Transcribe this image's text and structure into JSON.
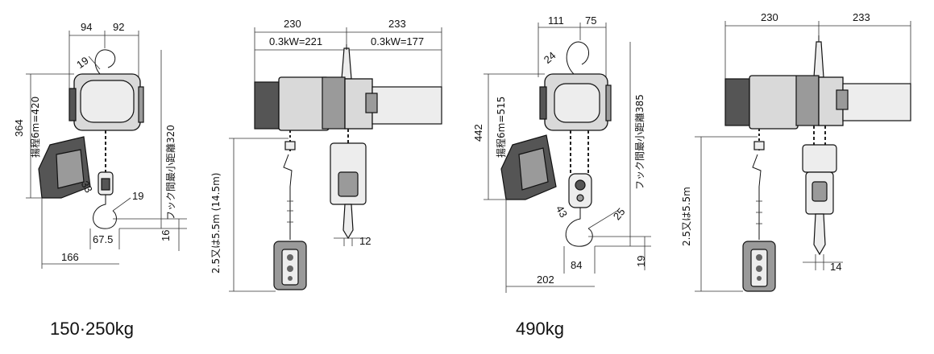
{
  "figure_a": {
    "caption": "150·250kg",
    "front": {
      "width_left": "94",
      "width_right": "92",
      "hook_top": "19",
      "height_total": "364",
      "lift_label": "揚程6m=420",
      "hook_distance": "フック間最小距離320",
      "hook_bottom_1": "33",
      "hook_bottom_2": "19",
      "bottom_offset": "67.5",
      "base_width": "166",
      "right_offset": "16"
    },
    "side": {
      "width_left": "230",
      "width_right": "233",
      "power_left": "0.3kW=221",
      "power_right": "0.3kW=177",
      "pendant_height": "2.5又は5.5m (14.5m)",
      "hook_width": "12"
    }
  },
  "figure_b": {
    "caption": "490kg",
    "front": {
      "width_left": "111",
      "width_right": "75",
      "hook_top": "24",
      "height_total": "442",
      "lift_label": "揚程6m=515",
      "hook_distance": "フック間最小距離385",
      "hook_bottom_1": "43",
      "hook_bottom_2": "25",
      "bottom_offset": "84",
      "base_width": "202",
      "right_offset": "19"
    },
    "side": {
      "width_left": "230",
      "width_right": "233",
      "pendant_height": "2.5又は5.5m",
      "hook_width": "14"
    }
  }
}
